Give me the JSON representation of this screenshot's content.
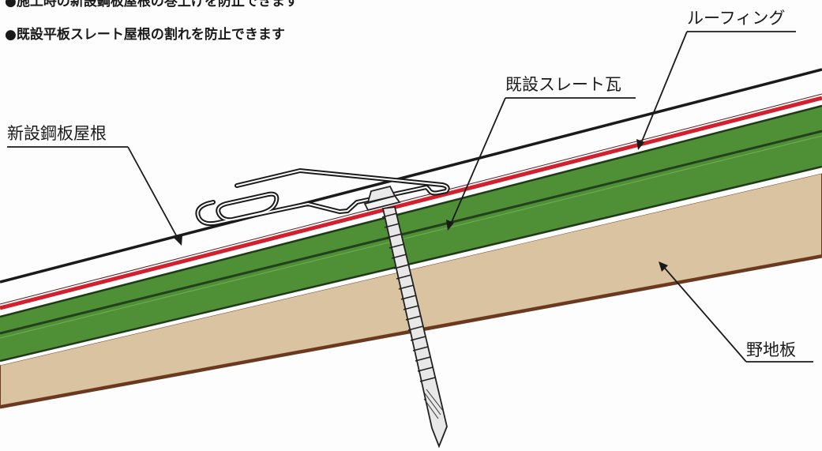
{
  "bullets": [
    "●施工時の新設鋼板屋根の巻上げを防止できます",
    "●既設平板スレート屋根の割れを防止できます"
  ],
  "labels": {
    "roofing": "ルーフィング",
    "existing_slate": "既設スレート瓦",
    "new_steel_roof": "新設鋼板屋根",
    "sheathing": "野地板"
  },
  "colors": {
    "background": "#fdfdfd",
    "steel_roof_line": "#1a1a1a",
    "roofing_red": "#d3202e",
    "slate_green": "#4f8f35",
    "slate_dark_line": "#23401d",
    "sheathing_tan": "#d9c3a0",
    "sheathing_edge": "#6b3a1e",
    "screw": "#e8e8e8"
  }
}
